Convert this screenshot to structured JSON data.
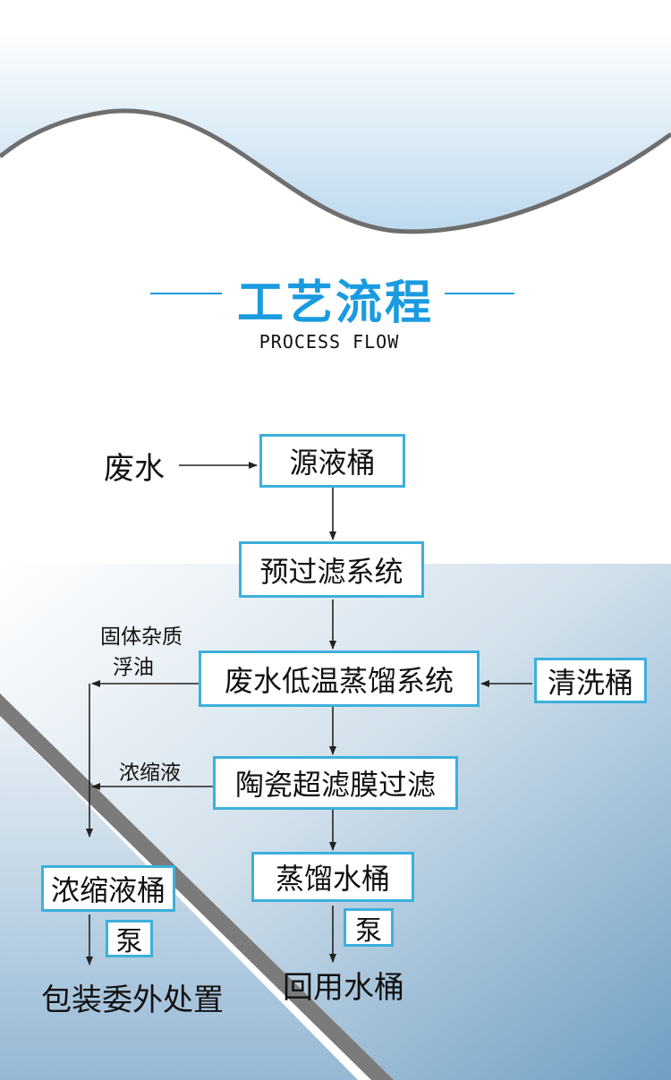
{
  "header": {
    "title": "工艺流程",
    "subtitle": "PROCESS FLOW"
  },
  "flow": {
    "input_label": "废水",
    "source_tank": "源液桶",
    "prefilter": "预过滤系统",
    "distillation": "废水低温蒸馏系统",
    "cleaning_tank": "清洗桶",
    "solid_label_1": "固体杂质",
    "solid_label_2": "浮油",
    "concentrate_label": "浓缩液",
    "ceramic_uf": "陶瓷超滤膜过滤",
    "distilled_water_tank": "蒸馏水桶",
    "pump_right": "泵",
    "reuse_tank": "回用水桶",
    "concentrate_tank": "浓缩液桶",
    "pump_left": "泵",
    "disposal": "包装委外处置"
  },
  "colors": {
    "accent": "#1a9be0",
    "box_border": "#3cb0dc",
    "band": "#7b7b7b"
  }
}
